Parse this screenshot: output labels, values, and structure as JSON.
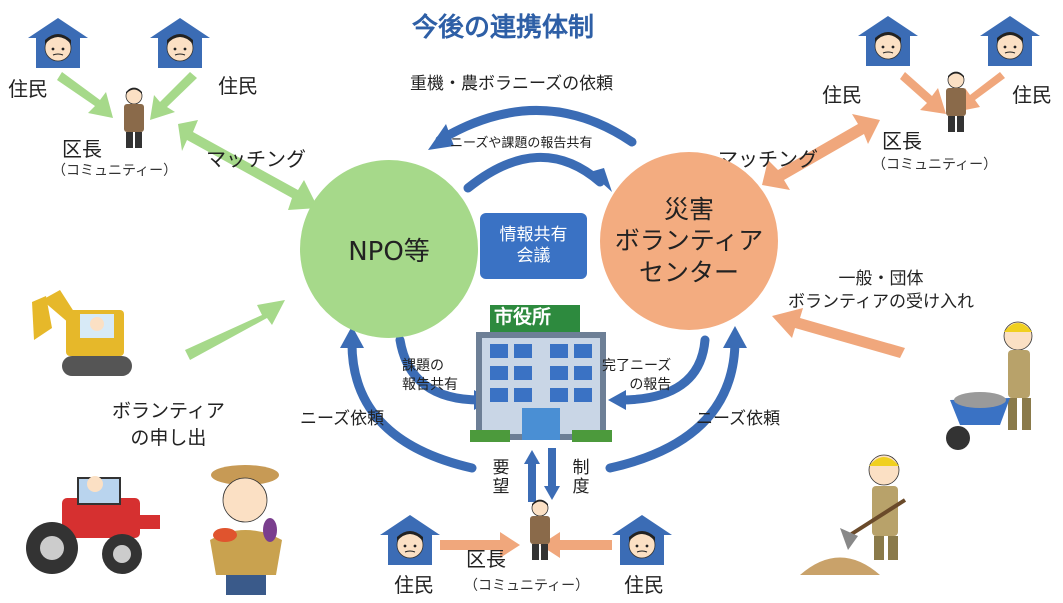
{
  "title": "今後の連携体制",
  "center": {
    "npo": "NPO等",
    "saigai": [
      "災害",
      "ボランティア",
      "センター"
    ],
    "meeting": [
      "情報共有",
      "会議"
    ],
    "city_hall_sign": "市役所"
  },
  "labels": {
    "juumin": "住民",
    "kuchou": "区長",
    "community": "（コミュニティー）",
    "matching": "マッチング",
    "heavy_request": "重機・農ボラニーズの依頼",
    "needs_report_share": "ニーズや課題の報告共有",
    "issue_report": [
      "課題の",
      "報告共有"
    ],
    "done_report": [
      "完了ニーズ",
      "の報告"
    ],
    "needs_request": "ニーズ依頼",
    "volunteer_offer": [
      "ボランティア",
      "の申し出"
    ],
    "general_accept": [
      "一般・団体",
      "ボランティアの受け入れ"
    ],
    "youbou": "要望",
    "seido": "制度"
  },
  "colors": {
    "title": "#2e5fa6",
    "npo_circle": "#a6d98a",
    "saigai_circle": "#f3ac80",
    "meeting_box": "#3a72c4",
    "arrow_blue": "#3b6cb5",
    "arrow_green": "#a6d98a",
    "arrow_orange": "#f0a77c",
    "house_blue": "#3b6cb5"
  },
  "icons": [
    "house-person-icon",
    "chief-person-icon",
    "excavator-icon",
    "tractor-icon",
    "farmer-icon",
    "worker-wheelbarrow-icon",
    "worker-shovel-icon",
    "city-hall-building-icon"
  ]
}
